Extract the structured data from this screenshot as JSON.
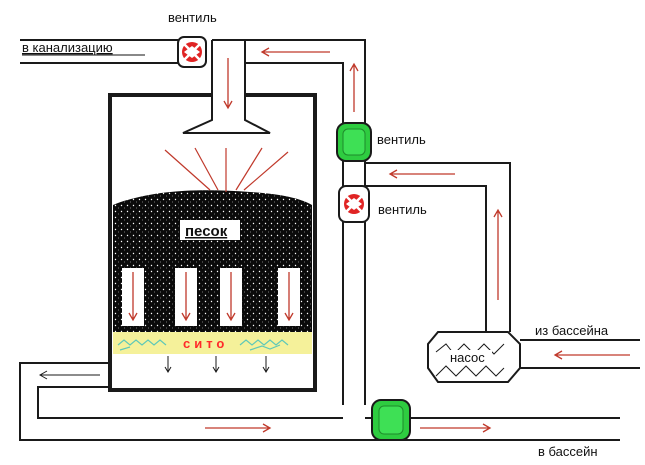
{
  "labels": {
    "valve_top": "вентиль",
    "to_sewer": "в канализацию",
    "valve_green": "вентиль",
    "valve_middle": "вентиль",
    "sand": "песок",
    "sieve": "сито",
    "from_pool": "из бассейна",
    "pump": "насос",
    "to_pool": "в бассейн"
  },
  "colors": {
    "pipe": "#1a1a1a",
    "arrow": "#c0392b",
    "valve_red": "#e02424",
    "valve_green": "#2ecc40",
    "sand": "#0a0a0a",
    "sieve": "#f5f19a",
    "sieve_mesh": "#5ec8b8"
  },
  "icons": {
    "valve_top": "red-valve-icon",
    "valve_green_top": "green-valve-icon",
    "valve_middle": "red-valve-icon",
    "valve_green_bottom": "green-valve-icon",
    "pump": "pump-icon"
  }
}
